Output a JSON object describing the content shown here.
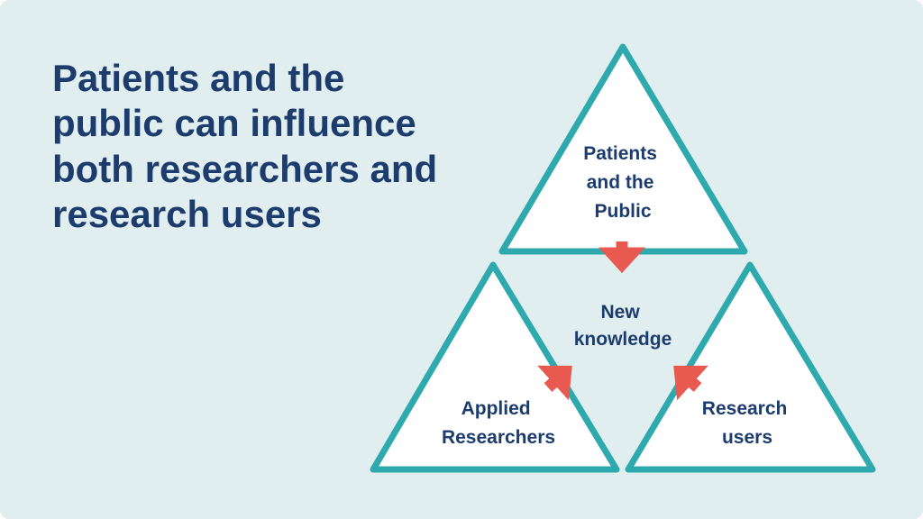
{
  "title": "Patients and the public can influence both researchers and research users",
  "diagram": {
    "top": [
      "Patients",
      "and the",
      "Public"
    ],
    "left": [
      "Applied",
      "Researchers"
    ],
    "right": [
      "Research",
      "users"
    ],
    "center": [
      "New",
      "knowledge"
    ]
  },
  "colors": {
    "background": "#e1eef0",
    "stroke": "#2ea9ae",
    "text": "#1d3c6e",
    "arrow": "#e85a4f"
  }
}
